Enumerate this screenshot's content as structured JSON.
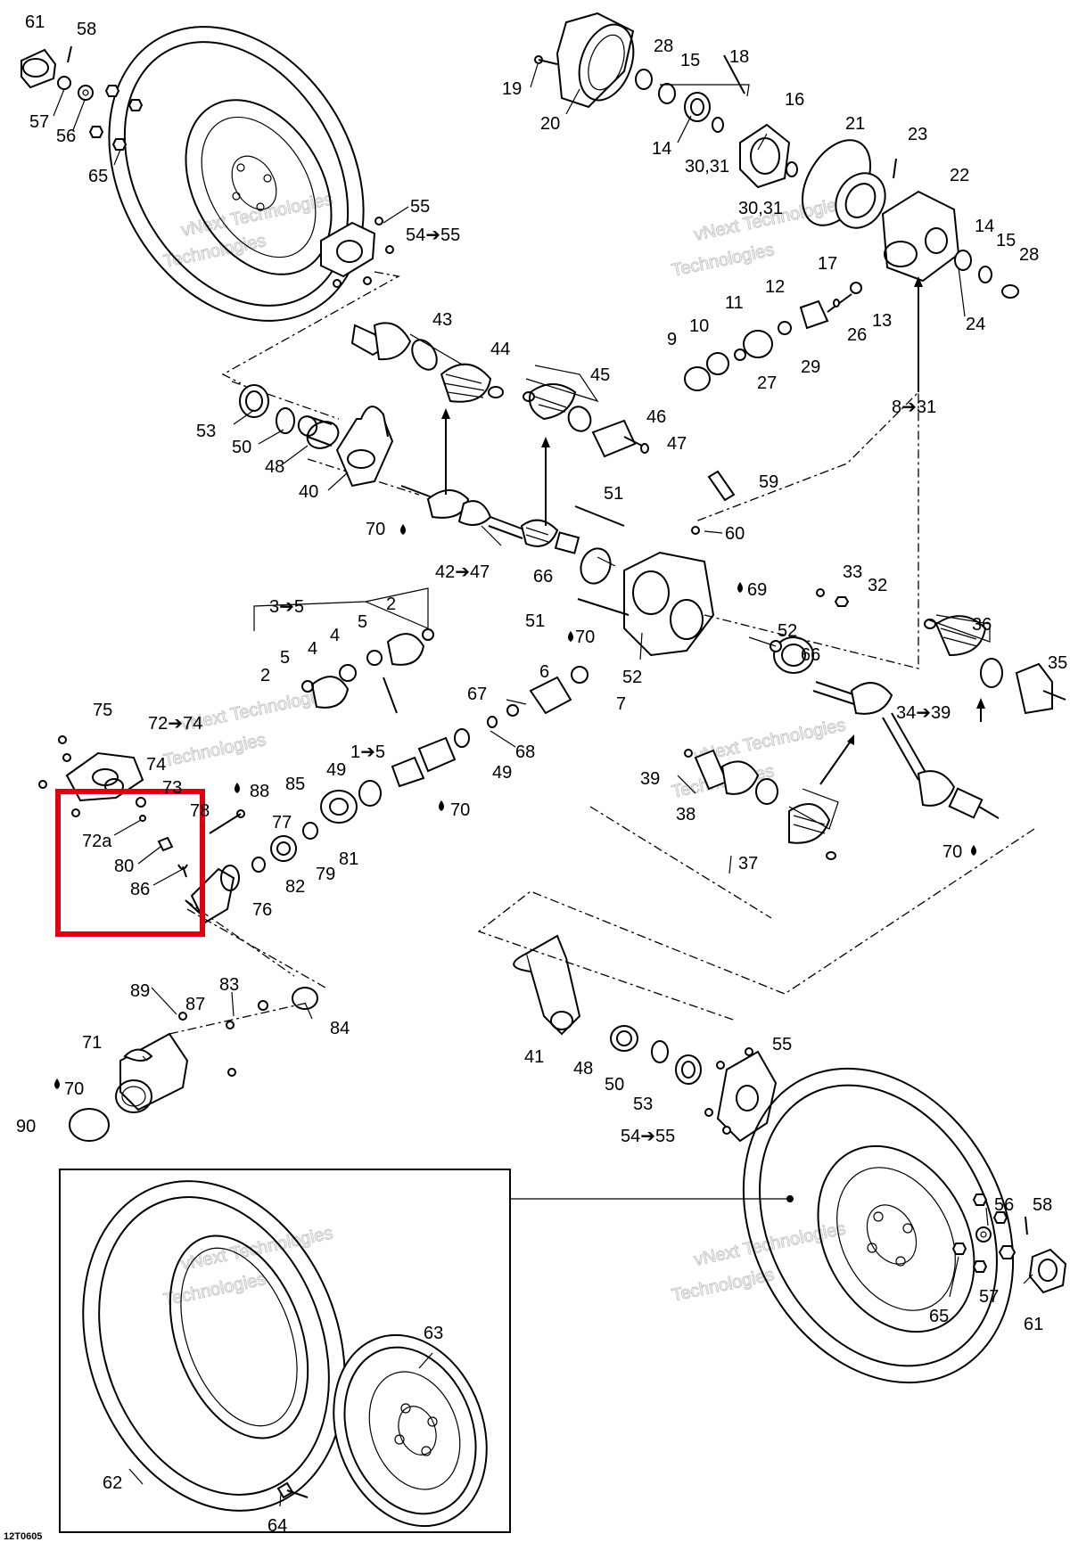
{
  "highlight_color": "#e0000f",
  "watermark": {
    "line1": "vNext Technologies",
    "line2": "Technologies"
  },
  "reference_code": "12T0605",
  "highlight_labels": [
    "72a",
    "80",
    "86"
  ],
  "callouts": [
    {
      "text": "61"
    },
    {
      "text": "58"
    },
    {
      "text": "57"
    },
    {
      "text": "56"
    },
    {
      "text": "65"
    },
    {
      "text": "55"
    },
    {
      "text": "54➔55"
    },
    {
      "text": "43"
    },
    {
      "text": "44"
    },
    {
      "text": "53"
    },
    {
      "text": "50"
    },
    {
      "text": "48"
    },
    {
      "text": "40"
    },
    {
      "text": "19"
    },
    {
      "text": "20"
    },
    {
      "text": "28"
    },
    {
      "text": "15"
    },
    {
      "text": "18"
    },
    {
      "text": "16"
    },
    {
      "text": "14"
    },
    {
      "text": "30,31"
    },
    {
      "text": "21"
    },
    {
      "text": "23"
    },
    {
      "text": "30,31"
    },
    {
      "text": "17"
    },
    {
      "text": "22"
    },
    {
      "text": "14"
    },
    {
      "text": "15"
    },
    {
      "text": "28"
    },
    {
      "text": "24"
    },
    {
      "text": "11"
    },
    {
      "text": "12"
    },
    {
      "text": "10"
    },
    {
      "text": "9"
    },
    {
      "text": "26"
    },
    {
      "text": "13"
    },
    {
      "text": "29"
    },
    {
      "text": "27"
    },
    {
      "text": "45"
    },
    {
      "text": "46"
    },
    {
      "text": "47"
    },
    {
      "text": "8➔31"
    },
    {
      "text": "51"
    },
    {
      "text": "59"
    },
    {
      "text": "60"
    },
    {
      "text": "70"
    },
    {
      "text": "42➔47"
    },
    {
      "text": "66"
    },
    {
      "text": "69"
    },
    {
      "text": "33"
    },
    {
      "text": "32"
    },
    {
      "text": "3➔5"
    },
    {
      "text": "2"
    },
    {
      "text": "5"
    },
    {
      "text": "4"
    },
    {
      "text": "5"
    },
    {
      "text": "4"
    },
    {
      "text": "2"
    },
    {
      "text": "51"
    },
    {
      "text": "70"
    },
    {
      "text": "52"
    },
    {
      "text": "66"
    },
    {
      "text": "52"
    },
    {
      "text": "36"
    },
    {
      "text": "35"
    },
    {
      "text": "6"
    },
    {
      "text": "7"
    },
    {
      "text": "67"
    },
    {
      "text": "68"
    },
    {
      "text": "1➔5"
    },
    {
      "text": "49"
    },
    {
      "text": "49"
    },
    {
      "text": "34➔39"
    },
    {
      "text": "75"
    },
    {
      "text": "72➔74"
    },
    {
      "text": "74"
    },
    {
      "text": "73"
    },
    {
      "text": "88"
    },
    {
      "text": "78"
    },
    {
      "text": "77"
    },
    {
      "text": "85"
    },
    {
      "text": "70"
    },
    {
      "text": "81"
    },
    {
      "text": "79"
    },
    {
      "text": "82"
    },
    {
      "text": "76"
    },
    {
      "text": "39"
    },
    {
      "text": "38"
    },
    {
      "text": "37"
    },
    {
      "text": "70"
    },
    {
      "text": "89"
    },
    {
      "text": "87"
    },
    {
      "text": "83"
    },
    {
      "text": "84"
    },
    {
      "text": "71"
    },
    {
      "text": "70"
    },
    {
      "text": "90"
    },
    {
      "text": "41"
    },
    {
      "text": "48"
    },
    {
      "text": "55"
    },
    {
      "text": "50"
    },
    {
      "text": "53"
    },
    {
      "text": "54➔55"
    },
    {
      "text": "56"
    },
    {
      "text": "58"
    },
    {
      "text": "65"
    },
    {
      "text": "57"
    },
    {
      "text": "61"
    },
    {
      "text": "63"
    },
    {
      "text": "62"
    },
    {
      "text": "64"
    }
  ]
}
